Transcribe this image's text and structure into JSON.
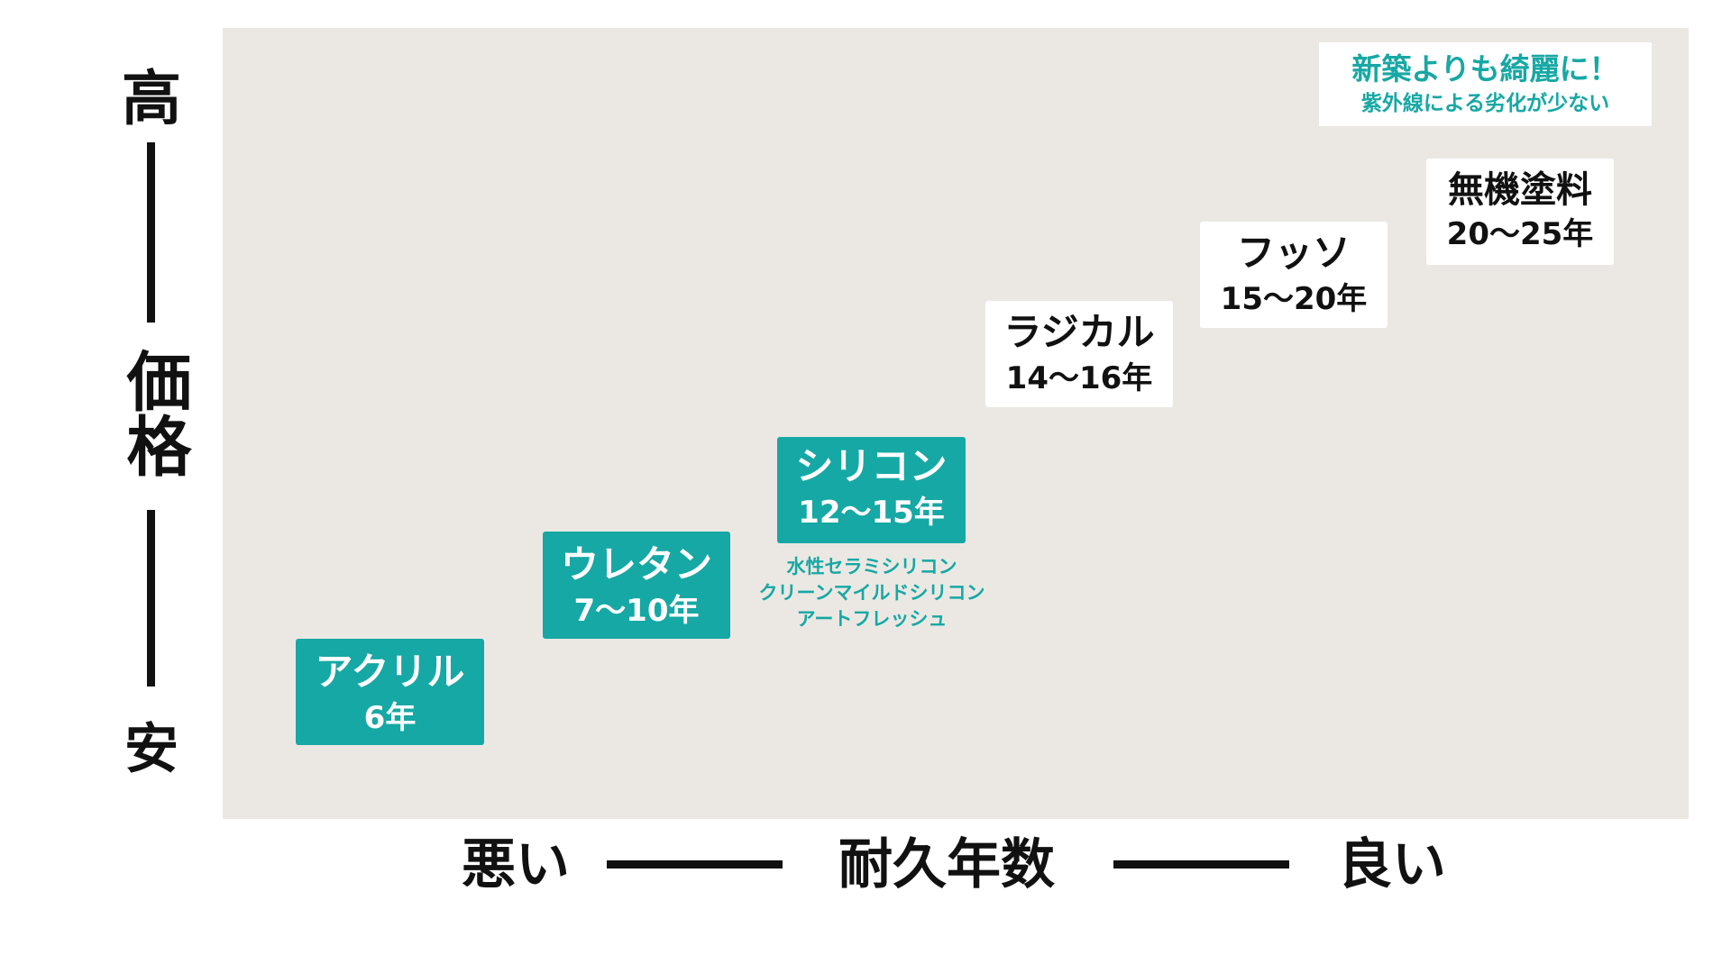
{
  "vertical_axis": {
    "high_label": "高",
    "title": "価格",
    "low_label": "安"
  },
  "horizontal_axis": {
    "left_label": "悪い",
    "title": "耐久年数",
    "right_label": "良い"
  },
  "callout": {
    "headline": "新築よりも綺麗に！",
    "subline": "紫外線による劣化が少ない"
  },
  "items": [
    {
      "name": "アクリル",
      "years": "6年",
      "style": "teal",
      "color": "#16a8a4"
    },
    {
      "name": "ウレタン",
      "years": "7〜10年",
      "style": "teal",
      "color": "#16a8a4"
    },
    {
      "name": "シリコン",
      "years": "12〜15年",
      "style": "teal",
      "color": "#16a8a4",
      "products": [
        "水性セラミシリコン",
        "クリーンマイルドシリコン",
        "アートフレッシュ"
      ]
    },
    {
      "name": "ラジカル",
      "years": "14〜16年",
      "style": "white",
      "color": "#ffffff"
    },
    {
      "name": "フッソ",
      "years": "15〜20年",
      "style": "white",
      "color": "#ffffff"
    },
    {
      "name": "無機塗料",
      "years": "20〜25年",
      "style": "white",
      "color": "#ffffff"
    }
  ],
  "colors": {
    "accent": "#16a8a4",
    "plot_background": "#ebe8e3",
    "text": "#111111"
  }
}
